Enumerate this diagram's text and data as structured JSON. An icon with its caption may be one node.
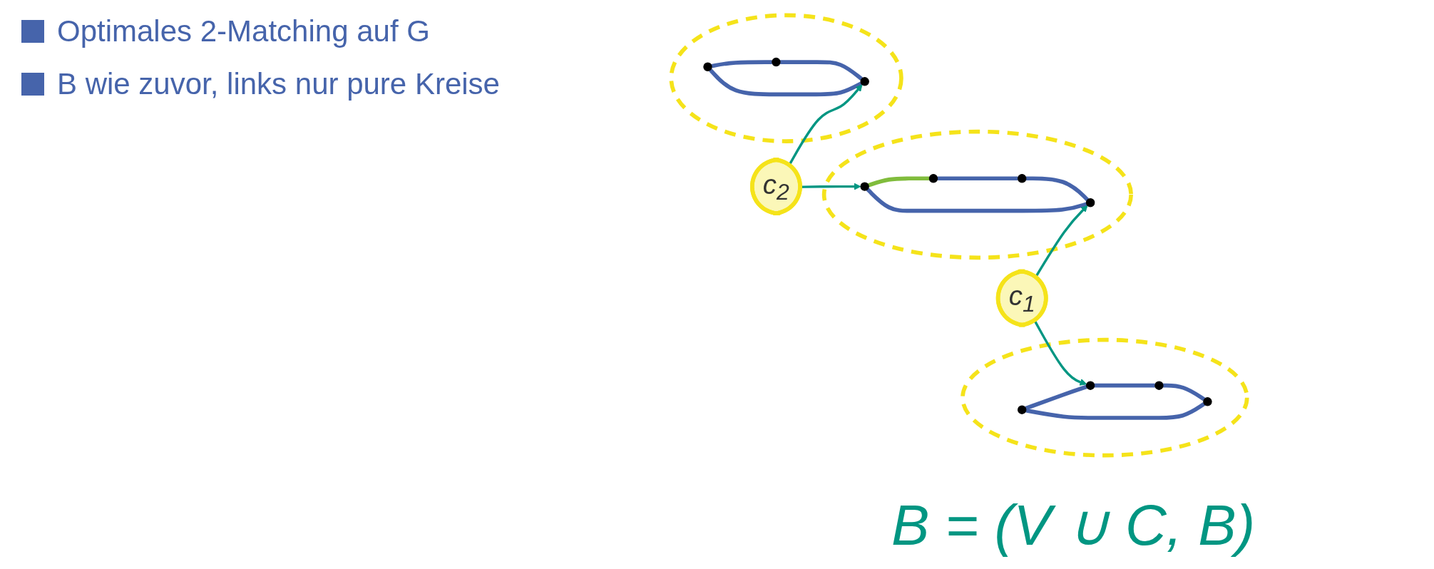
{
  "diagram": {
    "nodes": [
      {
        "text": [],
        "shape": "circle"
      },
      {
        "text": [],
        "shape": "circle",
        "in": 0
      },
      {
        "text": [],
        "shape": "circle",
        "in": 0
      },
      {
        "text": [],
        "shape": "circle",
        "in": 0
      },
      {
        "text": [],
        "shape": "circle",
        "in": 0
      },
      {
        "text": [],
        "shape": "circle"
      },
      {
        "text": [],
        "shape": "circle",
        "in": 5
      },
      {
        "text": [],
        "shape": "circle",
        "in": 5
      },
      {
        "text": [],
        "shape": "circle",
        "in": 5
      },
      {
        "text": [
          "c$_{2}$"
        ]
      },
      {
        "text": [
          "c$_{1}$"
        ]
      },
      {
        "text": [],
        "shape": "circle"
      },
      {
        "text": [],
        "shape": "circle",
        "in": 11
      },
      {
        "text": [],
        "shape": "circle",
        "in": 11
      },
      {
        "text": [],
        "shape": "circle",
        "in": 11
      },
      {
        "text": [],
        "shape": "circle",
        "in": 11
      }
    ],
    "edges": [
      {
        "from": 1,
        "to": 2,
        "arrow": "none"
      },
      {
        "from": 2,
        "to": 4,
        "arrow": "none"
      },
      {
        "from": 4,
        "to": 3,
        "arrow": "none"
      },
      {
        "from": 3,
        "to": 1,
        "arrow": "none"
      },
      {
        "from": 6,
        "to": 7,
        "arrow": "none"
      },
      {
        "from": 7,
        "to": 8,
        "arrow": "none"
      },
      {
        "from": 8,
        "to": 6,
        "arrow": "none"
      },
      {
        "from": 12,
        "to": 13,
        "arrow": "none"
      },
      {
        "from": 13,
        "to": 15,
        "arrow": "none"
      },
      {
        "from": 15,
        "to": 14,
        "arrow": "none"
      },
      {
        "from": 14,
        "to": 12,
        "arrow": "none",
        "color": "#80bc3c"
      },
      {
        "from": 9,
        "to": 8,
        "arrow": "to",
        "color": "#009682"
      },
      {
        "from": 10,
        "to": 2,
        "arrow": "to",
        "color": "#009682"
      },
      {
        "from": 10,
        "to": 15,
        "arrow": "to",
        "color": "#009682"
      },
      {
        "from": 9,
        "to": 14,
        "arrow": "to",
        "color": "#009682"
      }
    ],
    "labels": [
      "B = (V ∪ C, B)"
    ],
    "legend": [
      {
        "text": "Optimales 2-Matching auf G",
        "color": "#4664ab"
      },
      {
        "text": "B wie zuvor, links nur pure Kreise",
        "color": "#4664ab"
      }
    ]
  }
}
